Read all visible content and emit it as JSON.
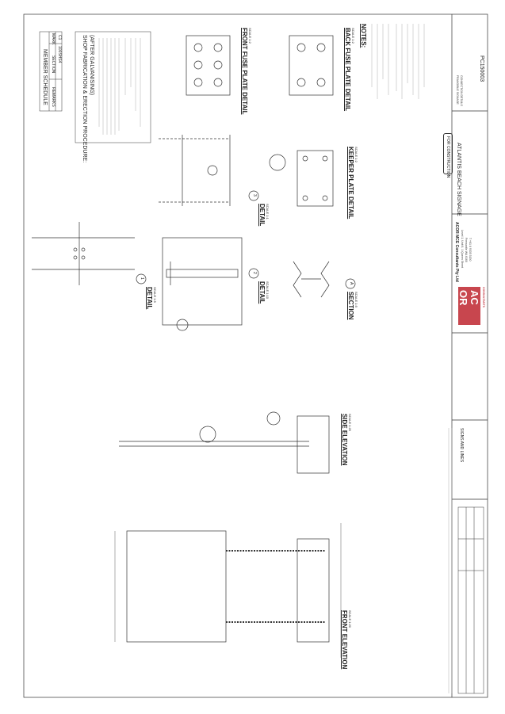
{
  "member_schedule": {
    "title": "MEMBER SCHEDULE",
    "headers": [
      "MARK",
      "SECTION",
      "REMARKS"
    ],
    "rows": [
      [
        "C1",
        "100SHS4",
        ""
      ]
    ]
  },
  "procedure": {
    "title_line1": "SHOP FABRICATION & ERECTION PROCEDURE:",
    "title_line2": "(AFTER GALVANISING)"
  },
  "views": {
    "detail_1": {
      "title": "DETAIL",
      "scale": "SCALE 1:5",
      "marker": "1"
    },
    "detail_2": {
      "title": "DETAIL",
      "scale": "SCALE 1:10",
      "marker": "2"
    },
    "detail_3": {
      "title": "DETAIL",
      "scale": "SCALE 1:1",
      "marker": "3"
    },
    "front_fuse": {
      "title": "FRONT FUSE PLATE DETAIL",
      "scale": "SCALE 1:2"
    },
    "back_fuse": {
      "title": "BACK FUSE PLATE DETAIL",
      "scale": "SCALE 1:2"
    },
    "keeper": {
      "title": "KEEPER PLATE DETAIL",
      "scale": "SCALE 1:2"
    },
    "section_a": {
      "title": "SECTION",
      "scale": "SCALE 1:5",
      "marker": "A"
    },
    "side_elevation": {
      "title": "SIDE ELEVATION",
      "scale": "SCALE 1:20"
    },
    "front_elevation": {
      "title": "FRONT ELEVATION",
      "scale": "SCALE 1:20"
    }
  },
  "notes": {
    "title": "NOTES:"
  },
  "stamp": "FOR CONSTRUCTION",
  "title_block": {
    "logo_top": "AC",
    "logo_bottom": "OR",
    "logo_caption": "CONSULTANTS",
    "company": "ACOR MCE Consultants Pty Ltd",
    "address1": "Level 1, Unit 6, 1 Queen Street",
    "address2": "Fremantle WA 6160",
    "phone": "T +61 8 9335 5150",
    "project": "ATLANTIS BEACH SIGNAGE",
    "drawing_title1": "FRANGIBLE SIGNAGE",
    "drawing_title2": "CONNECTION DETAILS",
    "drawing_number": "PC150003",
    "client": "SIGNS AND LINES"
  },
  "colors": {
    "logo": "#c8464e",
    "line": "#333333"
  }
}
